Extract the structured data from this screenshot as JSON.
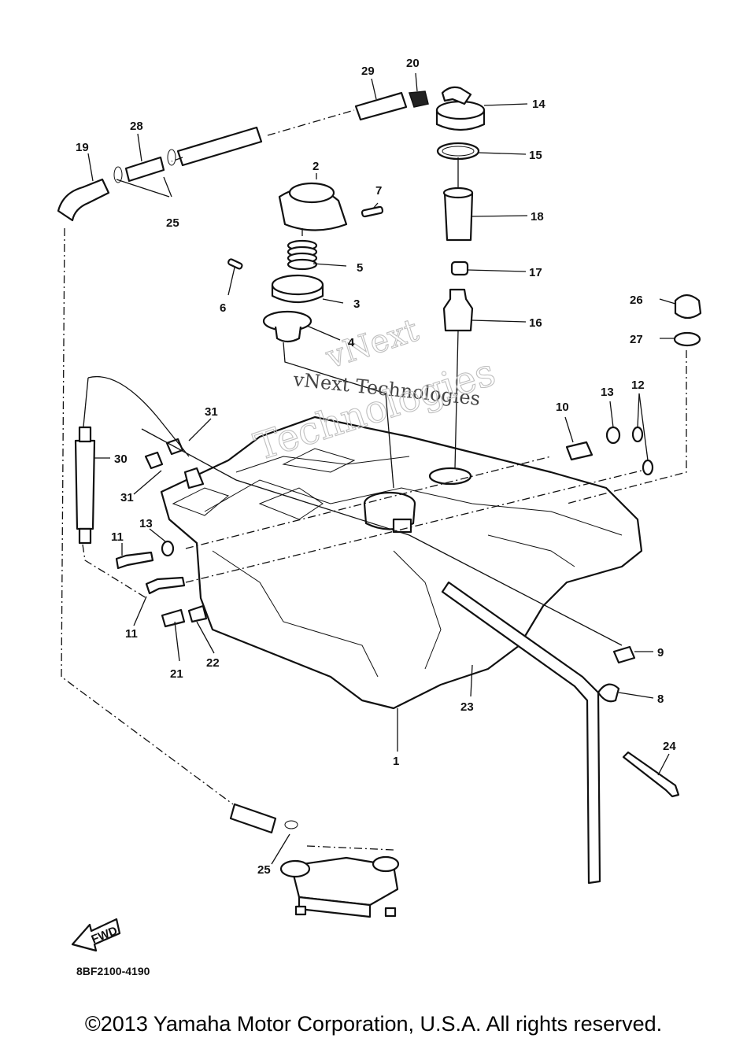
{
  "callouts": [
    {
      "id": "c1",
      "label": "1"
    },
    {
      "id": "c2",
      "label": "2"
    },
    {
      "id": "c3",
      "label": "3"
    },
    {
      "id": "c4",
      "label": "4"
    },
    {
      "id": "c5",
      "label": "5"
    },
    {
      "id": "c6",
      "label": "6"
    },
    {
      "id": "c7",
      "label": "7"
    },
    {
      "id": "c8",
      "label": "8"
    },
    {
      "id": "c9",
      "label": "9"
    },
    {
      "id": "c10",
      "label": "10"
    },
    {
      "id": "c11a",
      "label": "11"
    },
    {
      "id": "c11b",
      "label": "11"
    },
    {
      "id": "c12",
      "label": "12"
    },
    {
      "id": "c13a",
      "label": "13"
    },
    {
      "id": "c13b",
      "label": "13"
    },
    {
      "id": "c14",
      "label": "14"
    },
    {
      "id": "c15",
      "label": "15"
    },
    {
      "id": "c16",
      "label": "16"
    },
    {
      "id": "c17",
      "label": "17"
    },
    {
      "id": "c18",
      "label": "18"
    },
    {
      "id": "c19",
      "label": "19"
    },
    {
      "id": "c20",
      "label": "20"
    },
    {
      "id": "c21",
      "label": "21"
    },
    {
      "id": "c22",
      "label": "22"
    },
    {
      "id": "c23",
      "label": "23"
    },
    {
      "id": "c24",
      "label": "24"
    },
    {
      "id": "c25a",
      "label": "25"
    },
    {
      "id": "c25b",
      "label": "25"
    },
    {
      "id": "c26",
      "label": "26"
    },
    {
      "id": "c27",
      "label": "27"
    },
    {
      "id": "c28",
      "label": "28"
    },
    {
      "id": "c29",
      "label": "29"
    },
    {
      "id": "c30",
      "label": "30"
    },
    {
      "id": "c31a",
      "label": "31"
    },
    {
      "id": "c31b",
      "label": "31"
    }
  ],
  "watermark": {
    "line1": "vNext Technologies",
    "line2": "vNext",
    "line3": "Technologies"
  },
  "fwd_label": "FWD",
  "diagram_code": "8BF2100-4190",
  "copyright": "©2013 Yamaha Motor Corporation, U.S.A. All rights reserved."
}
